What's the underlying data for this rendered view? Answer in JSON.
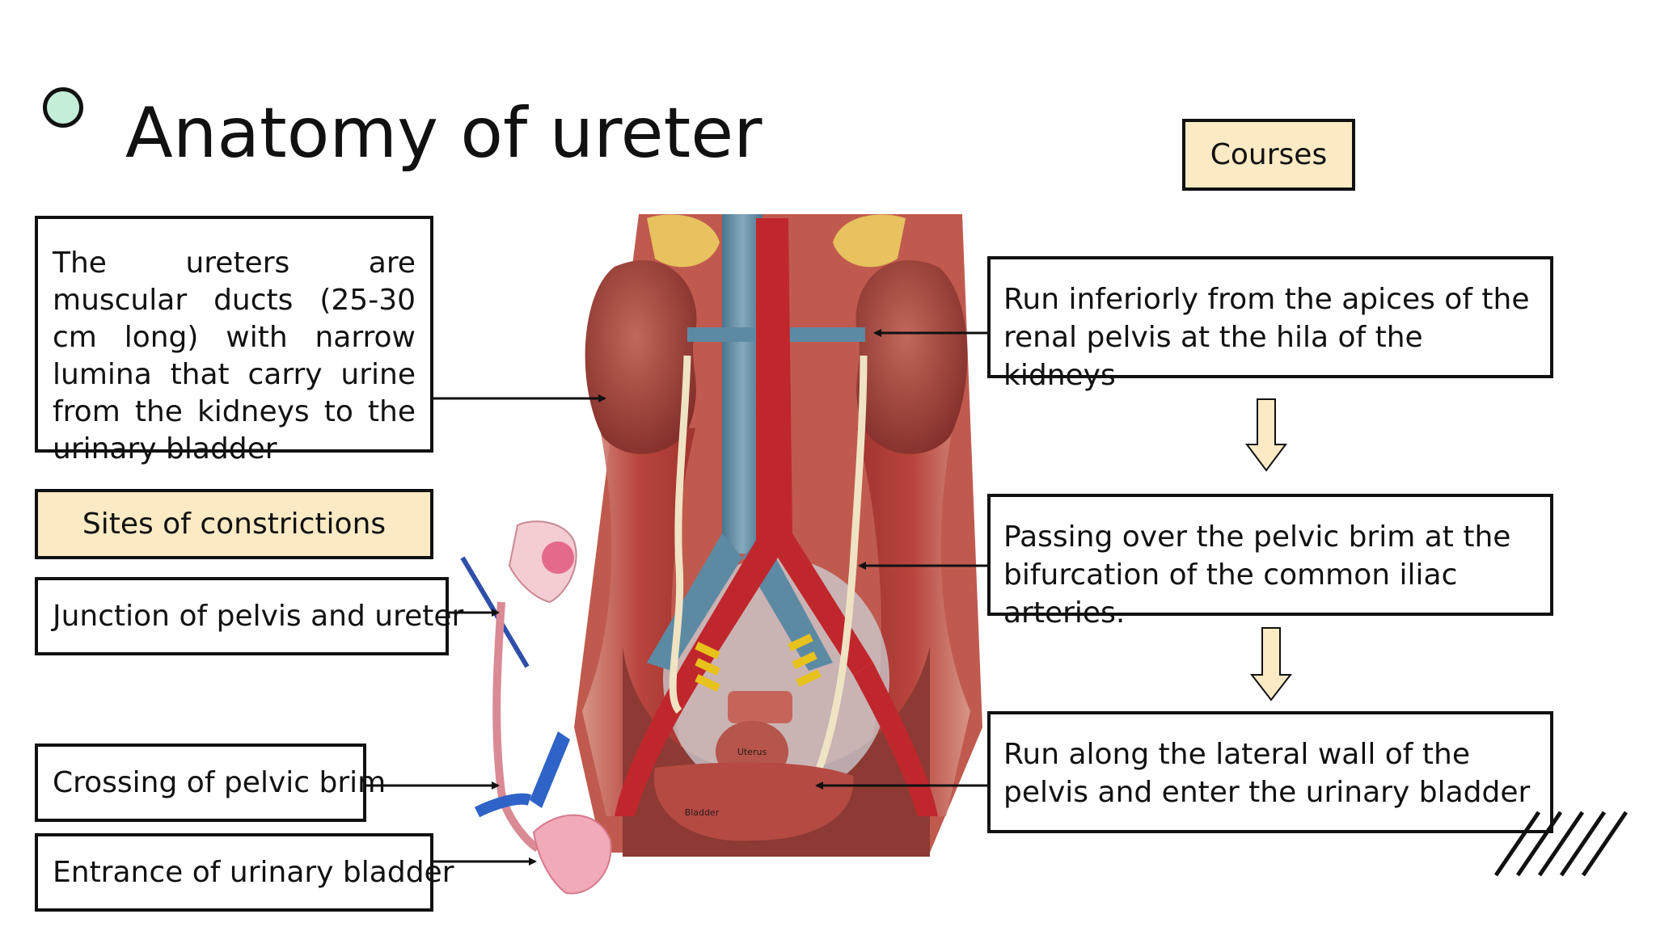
{
  "slide": {
    "title": "Anatomy of ureter",
    "intro_text": "The ureters are muscular ducts (25-30 cm long) with narrow lumina that carry urine from the kidneys to the urinary bladder"
  },
  "constrictions": {
    "heading": "Sites of constrictions",
    "items": [
      {
        "label": "Junction of pelvis and ureter"
      },
      {
        "label": "Crossing of pelvic brim"
      },
      {
        "label": "Entrance of urinary bladder"
      }
    ]
  },
  "courses": {
    "heading": "Courses",
    "steps": [
      {
        "text": "Run inferiorly from the apices of the renal pelvis at the hila of the kidneys"
      },
      {
        "text": "Passing over the pelvic brim at the bifurcation of the common iliac arteries."
      },
      {
        "text": "Run along the lateral wall of the pelvis and enter the urinary bladder"
      }
    ]
  },
  "illustration": {
    "labels": {
      "uterus": "Uterus",
      "bladder": "Bladder"
    }
  },
  "colors": {
    "accent_tan": "#fbeac4",
    "bullet_mint": "#c4eed8",
    "muscle_red": "#b8433c",
    "artery_red": "#c0272d",
    "vein_blue": "#5d8aa3",
    "ureter_cream": "#efe3c4"
  }
}
